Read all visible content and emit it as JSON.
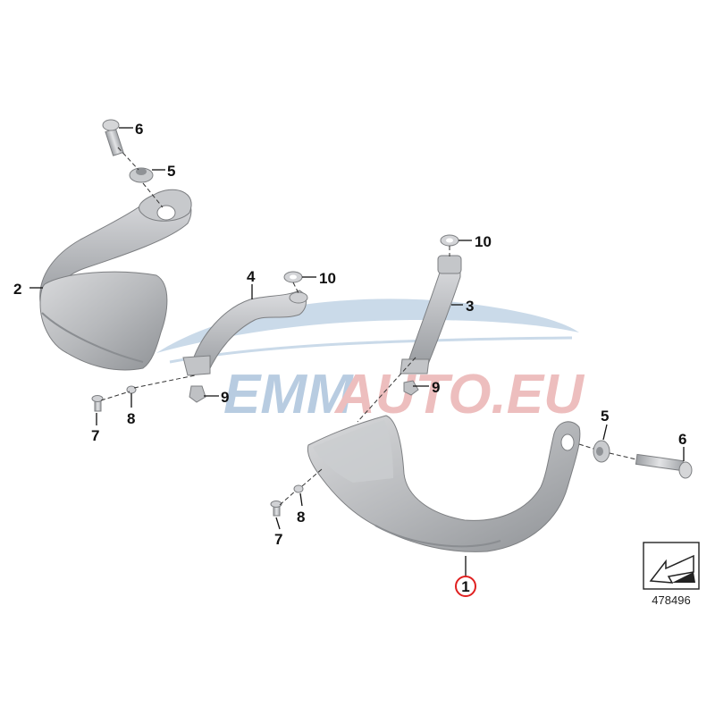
{
  "watermark": {
    "text_left": "EMM",
    "text_right": "AUTO.EU",
    "color_left": "#7fa3c9",
    "color_right": "#e08a8a",
    "swoosh_color": "#9fbcd8"
  },
  "callouts": {
    "c1": "1",
    "c2": "2",
    "c3": "3",
    "c4": "4",
    "c5a": "5",
    "c5b": "5",
    "c6a": "6",
    "c6b": "6",
    "c7a": "7",
    "c7b": "7",
    "c8a": "8",
    "c8b": "8",
    "c9a": "9",
    "c9b": "9",
    "c10a": "10",
    "c10b": "10"
  },
  "highlight_color": "#e02020",
  "part_color": "#b9bbbe",
  "reference_number": "478496",
  "icons": [
    "left-handguard-shell",
    "right-handguard-shell",
    "mounting-bracket-left",
    "mounting-bracket-right",
    "bolt",
    "spacer",
    "washer",
    "screw",
    "nut",
    "direction-arrow-icon"
  ]
}
